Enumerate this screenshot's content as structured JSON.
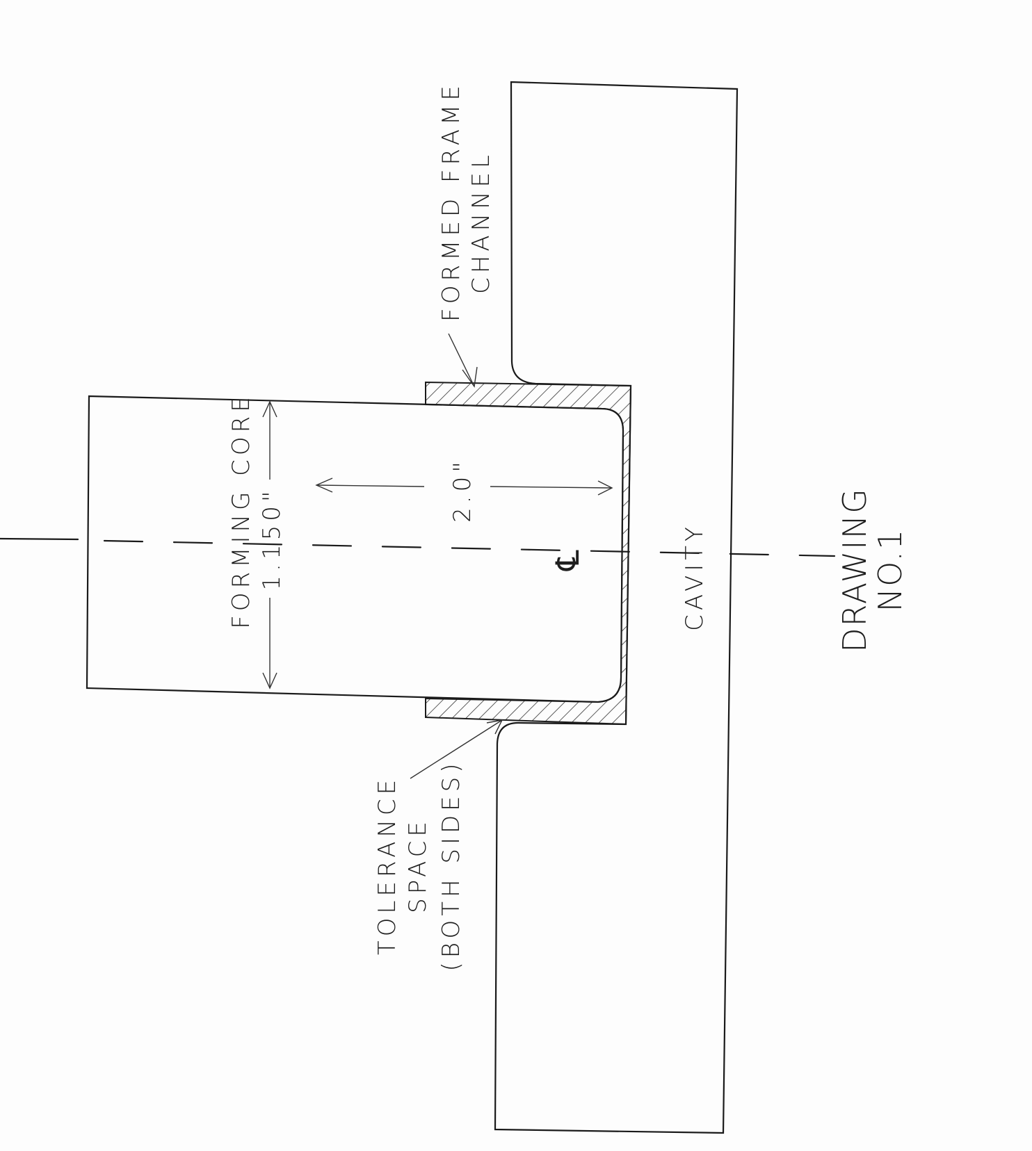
{
  "labels": {
    "formed_frame_line1": "FORMED FRAME",
    "formed_frame_line2": "CHANNEL",
    "forming_core": "FORMING CORE",
    "core_dimension": "1.150\"",
    "depth_dimension": "2.0\"",
    "centerline_symbol": "℄",
    "cavity": "CAVITY",
    "drawing_line1": "DRAWING",
    "drawing_line2": "NO.1",
    "tolerance_line1": "TOLERANCE",
    "tolerance_line2": "SPACE",
    "tolerance_line3": "(BOTH SIDES)"
  }
}
